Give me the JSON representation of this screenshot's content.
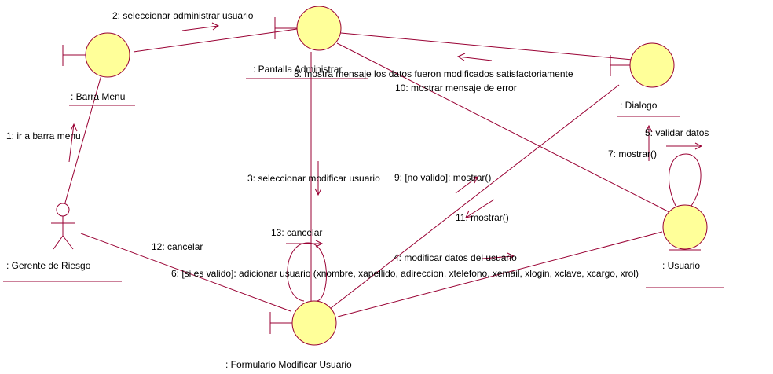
{
  "diagram": {
    "colors": {
      "line": "#990033",
      "object_fill": "#ffff99",
      "text": "#000000"
    },
    "objects": {
      "barra_menu": ": Barra Menu",
      "pantalla_administrar": ": Pantalla Administrar",
      "dialogo": ": Dialogo",
      "gerente_riesgo": ": Gerente de Riesgo",
      "usuario": ": Usuario",
      "formulario_modificar": ": Formulario Modificar Usuario"
    },
    "messages": {
      "m1": "1: ir a barra menu",
      "m2": "2: seleccionar administrar usuario",
      "m3": "3: seleccionar modificar usuario",
      "m4": "4: modificar datos del usuario",
      "m5": "5: validar datos",
      "m6": "6: [si es valido]: adicionar usuario (xnombre, xapellido, adireccion, xtelefono, xemail, xlogin, xclave, xcargo, xrol)",
      "m7": "7: mostrar()",
      "m8": "8: mostra mensaje los datos fueron modificados satisfactoriamente",
      "m9": "9: [no valido]: mostrar()",
      "m10": "10: mostrar mensaje de error",
      "m11": "11: mostrar()",
      "m12": "12: cancelar",
      "m13": "13: cancelar"
    }
  }
}
